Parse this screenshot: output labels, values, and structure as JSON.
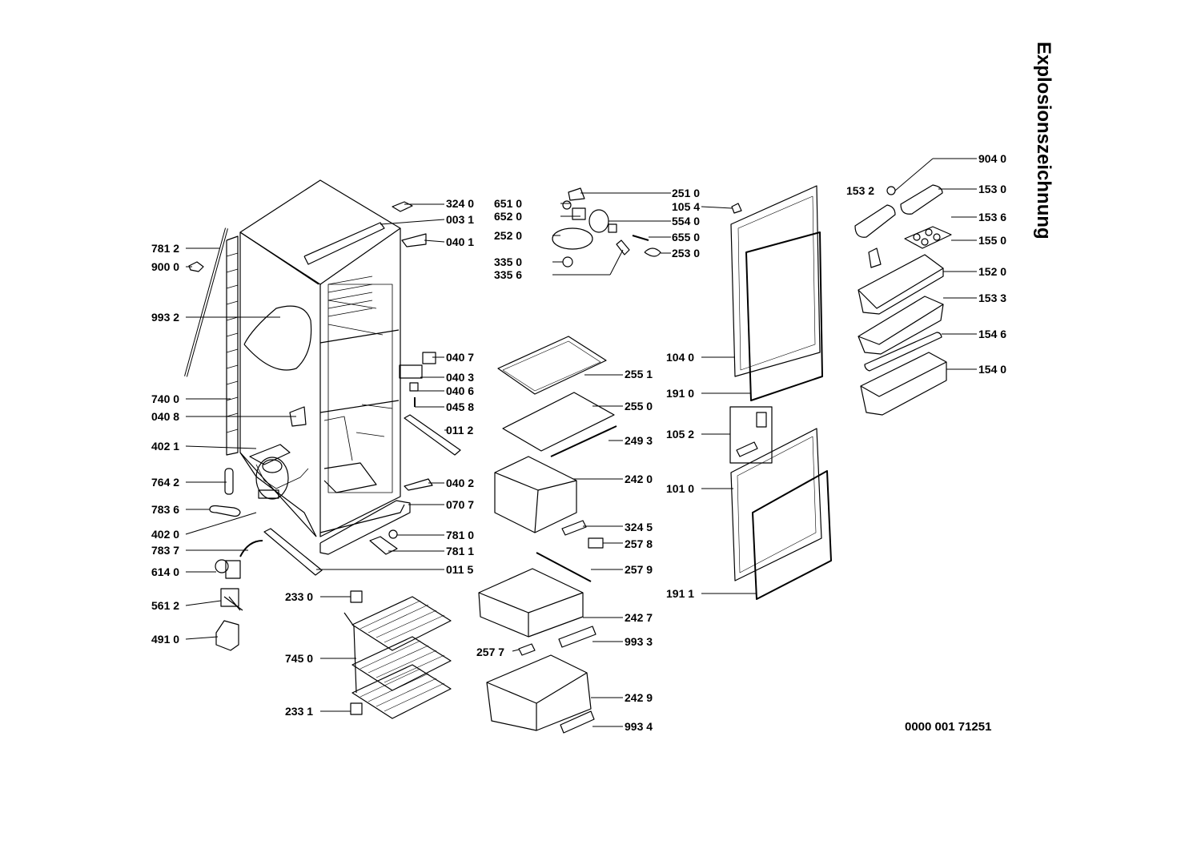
{
  "title": "Explosionszeichnung",
  "drawing_number": "0000 001 71251",
  "labels": {
    "p3240": "324 0",
    "p0031": "003 1",
    "p0401": "040 1",
    "p7812": "781 2",
    "p9000": "900 0",
    "p9932": "993 2",
    "p7400": "740 0",
    "p0408": "040 8",
    "p4021": "402 1",
    "p7642": "764 2",
    "p7836": "783 6",
    "p4020": "402 0",
    "p7837": "783 7",
    "p6140": "614 0",
    "p5612": "561 2",
    "p4910": "491 0",
    "p0407": "040 7",
    "p0403": "040 3",
    "p0406": "040 6",
    "p0458": "045 8",
    "p0112": "011 2",
    "p0402": "040 2",
    "p0707": "070 7",
    "p7810": "781 0",
    "p7811": "781 1",
    "p0115": "011 5",
    "p2330": "233 0",
    "p7450": "745 0",
    "p2331": "233 1",
    "p6510": "651 0",
    "p6520": "652 0",
    "p2520": "252 0",
    "p3350": "335 0",
    "p3356": "335 6",
    "p2510": "251 0",
    "p1054": "105 4",
    "p5540": "554 0",
    "p6550": "655 0",
    "p2530": "253 0",
    "p2551": "255 1",
    "p2550": "255 0",
    "p2493": "249 3",
    "p2420": "242 0",
    "p3245": "324 5",
    "p2578": "257 8",
    "p2579": "257 9",
    "p2427": "242 7",
    "p9933": "993 3",
    "p2577": "257 7",
    "p2429": "242 9",
    "p9934": "993 4",
    "p1040": "104 0",
    "p1910": "191 0",
    "p1052": "105 2",
    "p1010": "101 0",
    "p1911": "191 1",
    "p9040": "904 0",
    "p1532": "153 2",
    "p1530": "153 0",
    "p1536": "153 6",
    "p1550": "155 0",
    "p1520": "152 0",
    "p1533": "153 3",
    "p1546": "154 6",
    "p1540": "154 0"
  }
}
